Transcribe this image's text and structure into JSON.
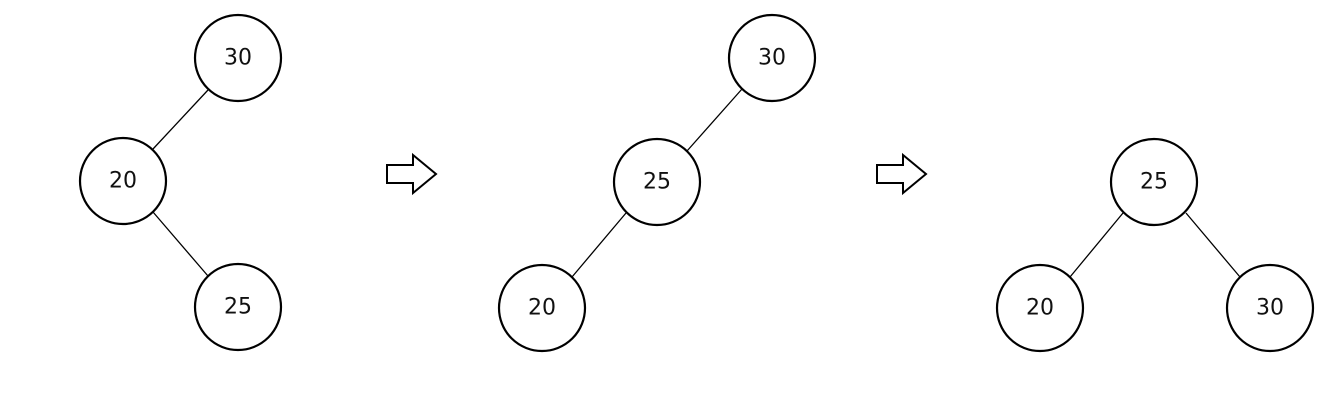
{
  "stages": [
    {
      "nodes": [
        {
          "id": "a",
          "label": "30"
        },
        {
          "id": "b",
          "label": "20"
        },
        {
          "id": "c",
          "label": "25"
        }
      ],
      "edges": [
        [
          "a",
          "b"
        ],
        [
          "b",
          "c"
        ]
      ]
    },
    {
      "nodes": [
        {
          "id": "a",
          "label": "30"
        },
        {
          "id": "b",
          "label": "25"
        },
        {
          "id": "c",
          "label": "20"
        }
      ],
      "edges": [
        [
          "a",
          "b"
        ],
        [
          "b",
          "c"
        ]
      ]
    },
    {
      "nodes": [
        {
          "id": "a",
          "label": "25"
        },
        {
          "id": "b",
          "label": "20"
        },
        {
          "id": "c",
          "label": "30"
        }
      ],
      "edges": [
        [
          "a",
          "b"
        ],
        [
          "a",
          "c"
        ]
      ]
    }
  ],
  "transitions": [
    {
      "icon": "right-arrow-icon"
    },
    {
      "icon": "right-arrow-icon"
    }
  ]
}
